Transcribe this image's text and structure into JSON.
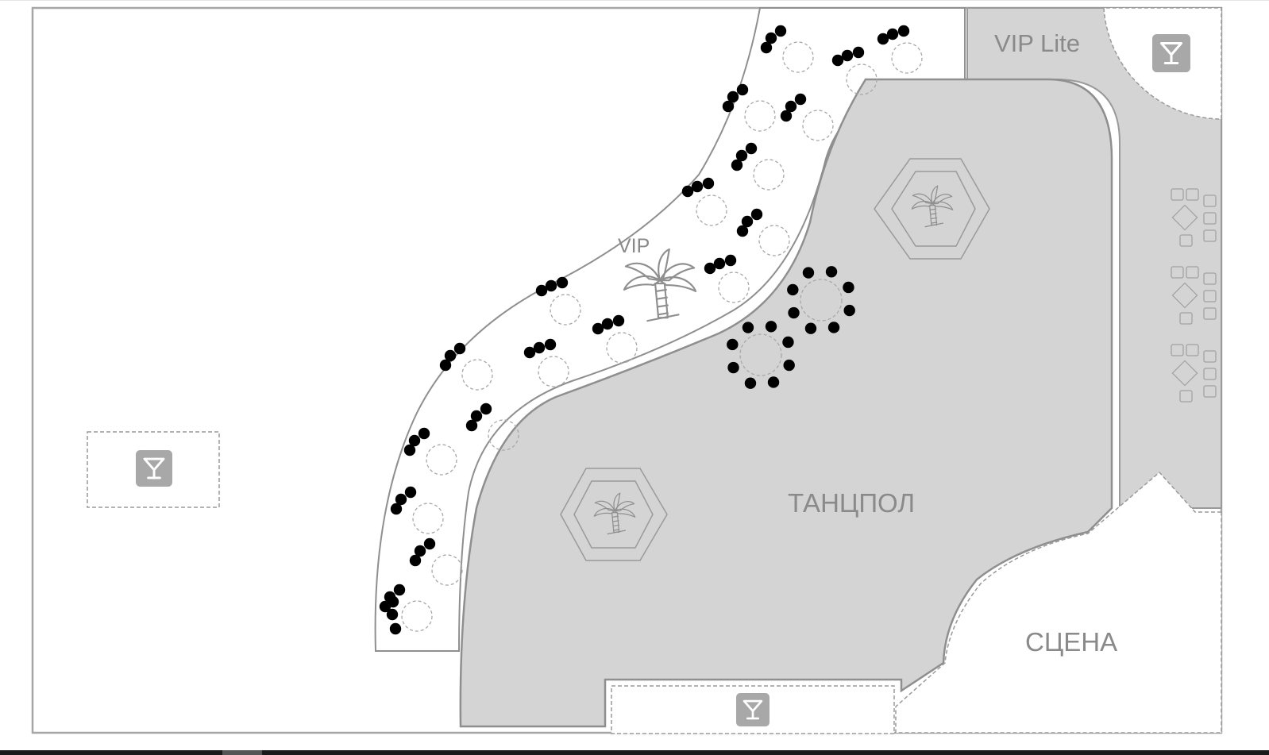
{
  "map": {
    "zones": {
      "vip": "VIP",
      "vip_lite": "VIP Lite",
      "dancefloor": "ТАНЦПОЛ",
      "stage": "СЦЕНА"
    },
    "icons": {
      "bar": "cocktail-icon",
      "palm": "palm-tree-icon"
    },
    "colors": {
      "floor_fill": "#d4d4d4",
      "outline": "#999999",
      "seat": "#000000",
      "label": "#8a8a8a",
      "bar_tile": "#a8a8a8"
    },
    "tables": {
      "vip": [
        {
          "id": "vip-1",
          "seats": 3
        },
        {
          "id": "vip-2",
          "seats": 3
        },
        {
          "id": "vip-3",
          "seats": 3
        },
        {
          "id": "vip-4",
          "seats": 3
        },
        {
          "id": "vip-5",
          "seats": 3
        },
        {
          "id": "vip-6",
          "seats": 3
        },
        {
          "id": "vip-7",
          "seats": 3
        },
        {
          "id": "vip-8",
          "seats": 3
        },
        {
          "id": "vip-9",
          "seats": 3
        },
        {
          "id": "vip-10",
          "seats": 3
        },
        {
          "id": "vip-11",
          "seats": 3
        },
        {
          "id": "vip-12",
          "seats": 3
        },
        {
          "id": "vip-13",
          "seats": 3
        },
        {
          "id": "vip-14",
          "seats": 3
        },
        {
          "id": "vip-15",
          "seats": 3
        },
        {
          "id": "vip-16",
          "seats": 3
        },
        {
          "id": "vip-17",
          "seats": 3
        },
        {
          "id": "vip-18",
          "seats": 3
        },
        {
          "id": "vip-19",
          "seats": 3
        }
      ],
      "dancefloor": [
        {
          "id": "dance-1",
          "seats": 8
        },
        {
          "id": "dance-2",
          "seats": 8
        }
      ]
    }
  }
}
